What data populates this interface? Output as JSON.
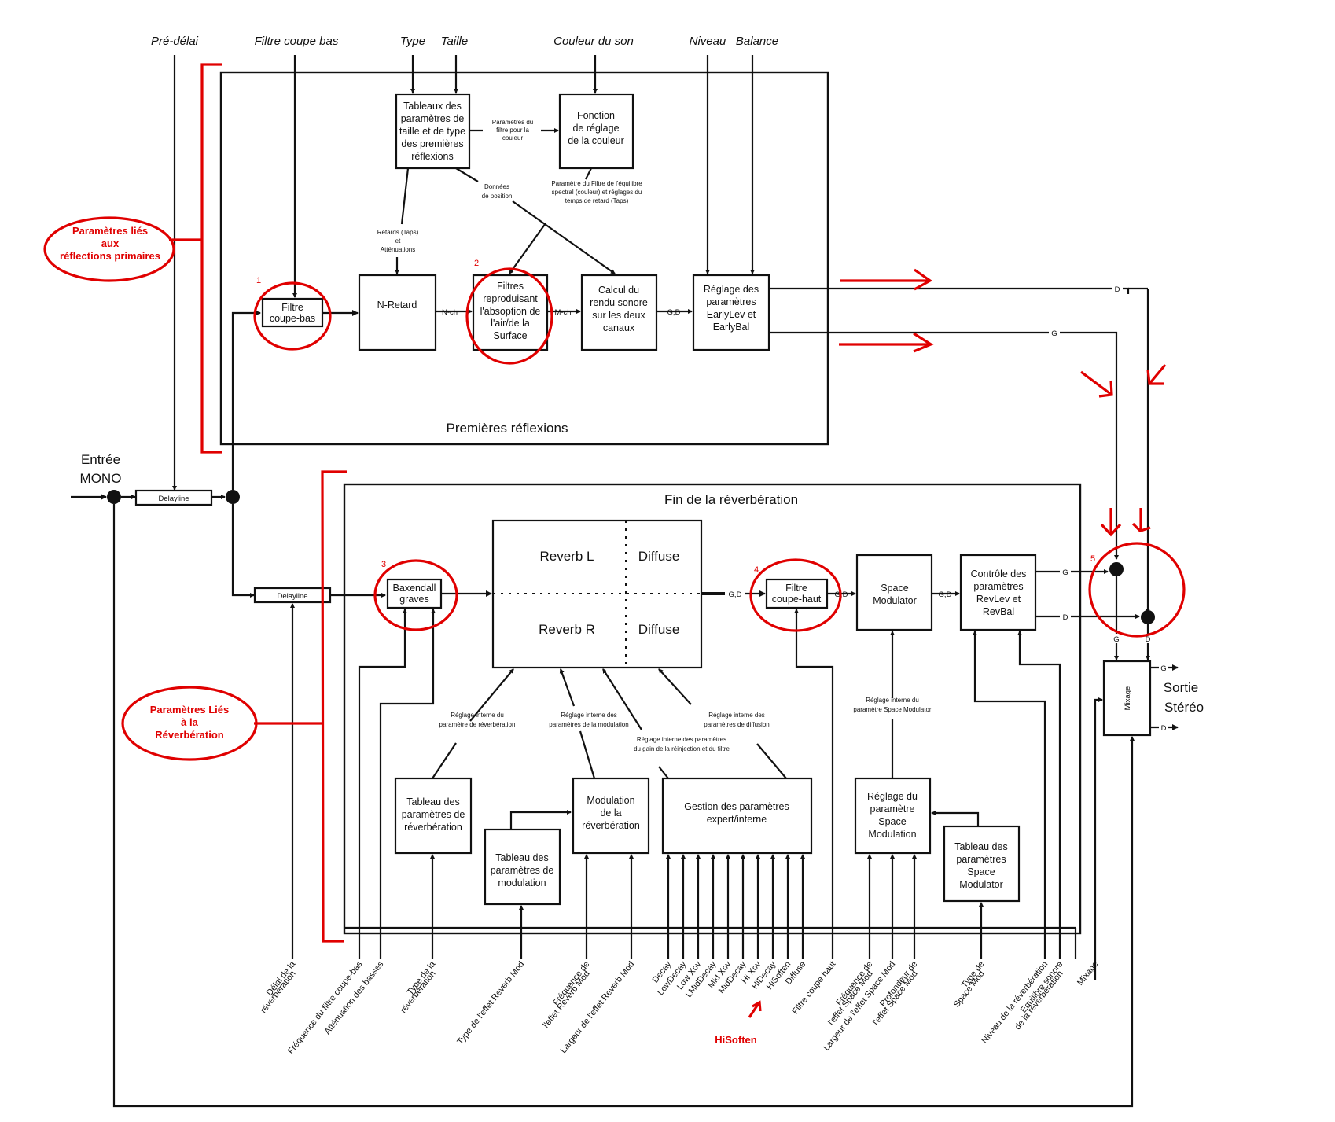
{
  "top_inputs": {
    "pre_delay": "Pré-délai",
    "low_cut": "Filtre coupe bas",
    "type": "Type",
    "size": "Taille",
    "sound_color": "Couleur du son",
    "level": "Niveau",
    "balance": "Balance"
  },
  "input_label": [
    "Entrée",
    "MONO"
  ],
  "output_label": [
    "Sortie",
    "Stéréo"
  ],
  "delayline": "Delayline",
  "early_section": {
    "title": "Premières réflexions",
    "table_box": [
      "Tableaux des",
      "paramètres de",
      "taille et de type",
      "des premières",
      "réflexions"
    ],
    "color_box": [
      "Fonction",
      "de réglage",
      "de la couleur"
    ],
    "filter_param_label": [
      "Paramètres du",
      "filtre pour la",
      "couleur"
    ],
    "spectral_label": [
      "Paramètre du Filtre de l'équilibre",
      "spectral (couleur) et réglages du",
      "temps de retard (Taps)"
    ],
    "position_label": [
      "Données",
      "de position"
    ],
    "taps_label": [
      "Retards (Taps)",
      "et",
      "Atténuations"
    ],
    "lowcut_box": [
      "Filtre",
      "coupe-bas"
    ],
    "ndelay_box": "N-Retard",
    "absorb_box": [
      "Filtres",
      "reproduisant",
      "l'absoption de",
      "l'air/de la",
      "Surface"
    ],
    "render_box": [
      "Calcul du",
      "rendu sonore",
      "sur les deux",
      "canaux"
    ],
    "early_level_box": [
      "Réglage des",
      "paramètres",
      "EarlyLev et",
      "EarlyBal"
    ],
    "sig_nch": "N-ch",
    "sig_mch": "M-ch",
    "sig_gd": "G,D",
    "sig_d": "D",
    "sig_g": "G"
  },
  "late_section": {
    "title": "Fin de la réverbération",
    "bass_box": [
      "Baxendall",
      "graves"
    ],
    "reverb_l": "Reverb L",
    "reverb_r": "Reverb R",
    "diffuse": "Diffuse",
    "highcut_box": [
      "Filtre",
      "coupe-haut"
    ],
    "space_mod_box": [
      "Space",
      "Modulator"
    ],
    "revlev_box": [
      "Contrôle des",
      "paramètres",
      "RevLev et",
      "RevBal"
    ],
    "sig_gd": "G,D",
    "sig_g": "G",
    "sig_d": "D",
    "rev_table_box": [
      "Tableau des",
      "paramètres de",
      "réverbération"
    ],
    "mod_table_box": [
      "Tableau des",
      "paramètres de",
      "modulation"
    ],
    "mod_box": [
      "Modulation",
      "de la",
      "réverbération"
    ],
    "expert_box": [
      "Gestion des paramètres",
      "expert/interne"
    ],
    "space_set_box": [
      "Réglage du",
      "paramètre",
      "Space",
      "Modulation"
    ],
    "space_table_box": [
      "Tableau des",
      "paramètres",
      "Space",
      "Modulator"
    ],
    "lbl_rev_internal": [
      "Réglage interne du",
      "paramètre de réverbération"
    ],
    "lbl_mod_internal": [
      "Réglage interne des",
      "paramètres de la modulation"
    ],
    "lbl_gain_internal": [
      "Réglage interne des paramètres",
      "du gain de la réinjection et du filtre"
    ],
    "lbl_diff_internal": [
      "Réglage interne des",
      "paramètres de diffusion"
    ],
    "lbl_space_internal": [
      "Réglage interne du",
      "paramètre Space Modulator"
    ]
  },
  "mix_box": "Mixage",
  "bottom_params": [
    [
      "Délai de la",
      "réverbération"
    ],
    [
      "Fréquence du filtre coupe-bas"
    ],
    [
      "Atténuation des basses"
    ],
    [
      "Type de la",
      "réverbération"
    ],
    [
      "Type de l'effet Reverb Mod"
    ],
    [
      "Fréquence de",
      "l'effet Reverb Mod"
    ],
    [
      "Largeur de l'effet Reverb Mod"
    ],
    [
      "Decay"
    ],
    [
      "LowDecay"
    ],
    [
      "Low Xov"
    ],
    [
      "LMidDecay"
    ],
    [
      "Mid Xov"
    ],
    [
      "MidDecay"
    ],
    [
      "Hi Xov"
    ],
    [
      "HiDecay"
    ],
    [
      "HiSoften"
    ],
    [
      "Diffuse"
    ],
    [
      "Filtre coupe haut"
    ],
    [
      "Fréquence de",
      "l'effet Space Mod"
    ],
    [
      "Largeur de l'effet Space Mod"
    ],
    [
      "Profondeur de",
      "l'effet Space Mod"
    ],
    [
      "Type de",
      "Space Mod"
    ],
    [
      "Niveau de la réverbération"
    ],
    [
      "Équilibre sonore",
      "de la réverbération"
    ],
    [
      "Mixage"
    ]
  ],
  "annotations": {
    "early_params": [
      "Paramètres liés",
      "aux",
      "réflections primaires"
    ],
    "reverb_params": [
      "Paramètres Liés",
      "à la",
      "Réverbération"
    ],
    "hisoften": "HiSoften",
    "markers": [
      "1",
      "2",
      "3",
      "4",
      "5"
    ],
    "accent_color": "#e00000"
  }
}
